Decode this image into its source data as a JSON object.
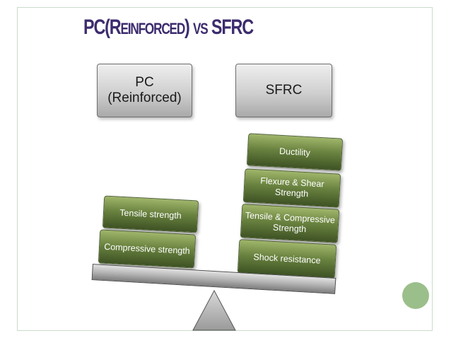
{
  "title": {
    "p1": "PC(",
    "r": "R",
    "p2": "EINFORCED",
    "p3": ") ",
    "p4": "VS",
    "p5": " SFRC"
  },
  "pc_box": {
    "line1": "PC",
    "line2": "(Reinforced)"
  },
  "sfrc_box": {
    "label": "SFRC"
  },
  "left_stack": [
    {
      "label": "Tensile strength"
    },
    {
      "label": "Compressive strength"
    }
  ],
  "right_stack": [
    {
      "label": "Ductility"
    },
    {
      "label": "Flexure & Shear Strength"
    },
    {
      "label": "Tensile & Compressive Strength"
    },
    {
      "label": "Shock resistance"
    }
  ]
}
